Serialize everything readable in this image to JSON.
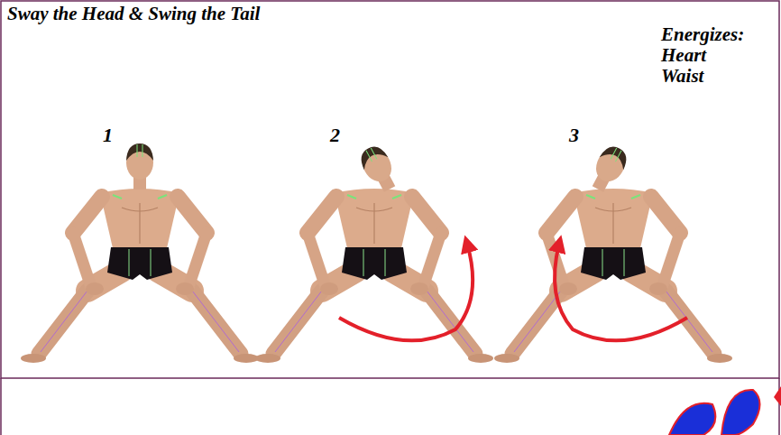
{
  "diagram": {
    "title": "Sway the Head & Swing the Tail",
    "labels": [
      "Energizes:",
      "Heart",
      "Waist",
      "1",
      "2",
      "3"
    ]
  }
}
